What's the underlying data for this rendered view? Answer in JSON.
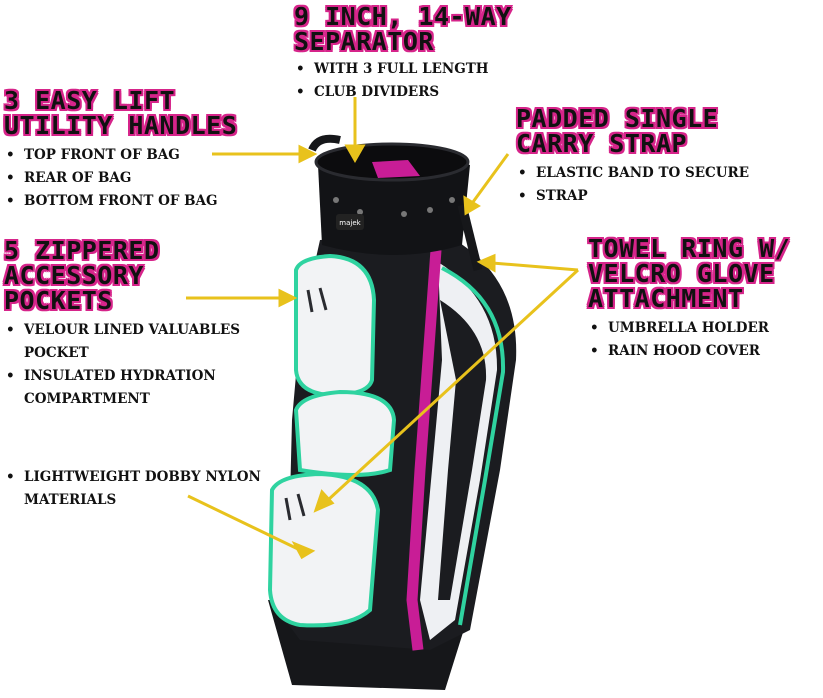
{
  "callouts": {
    "separator": {
      "heading": [
        "9 Inch, 14-Way",
        "Separator"
      ],
      "bullets": [
        "With 3 full length",
        "club dividers"
      ]
    },
    "handles": {
      "heading": [
        "3 Easy Lift",
        "Utility Handles"
      ],
      "bullets": [
        "Top front of bag",
        "Rear of bag",
        "Bottom front of bag"
      ]
    },
    "strap": {
      "heading": [
        "Padded Single",
        "Carry Strap"
      ],
      "bullets": [
        "Elastic band to secure",
        "strap"
      ]
    },
    "pockets": {
      "heading": [
        "5 Zippered",
        "Accessory",
        "Pockets"
      ],
      "bullets": [
        "Velour lined valuables",
        "pocket",
        "Insulated hydration",
        "compartment"
      ]
    },
    "towel": {
      "heading": [
        "Towel Ring w/",
        "Velcro Glove",
        "Attachment"
      ],
      "bullets": [
        "Umbrella holder",
        "Rain hood cover"
      ]
    },
    "materials": {
      "bullets": [
        "Lightweight dobby nylon",
        "materials"
      ]
    }
  },
  "bag": {
    "brand_label": "majek",
    "colors": {
      "body": "#16171a",
      "panel": "#f2f3f5",
      "accent_teal": "#2fd3a0",
      "accent_pink": "#c81d96",
      "arrow": "#e8c21c",
      "heading_outline": "#d6248a"
    }
  }
}
